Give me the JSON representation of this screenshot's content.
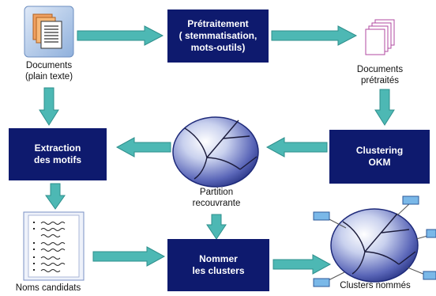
{
  "colors": {
    "box": "#0e1a6e",
    "arrow": "#4db8b4",
    "arrow_edge": "#2e8f8c"
  },
  "icons": [
    "documents-icon",
    "preprocessed-documents-icon",
    "partition-ellipse-icon",
    "candidate-names-list-icon",
    "named-clusters-ellipse-icon"
  ],
  "nodes": {
    "documents": {
      "line1": "Documents",
      "line2": "(plain texte)"
    },
    "pretraitement": {
      "line1": "Prétraitement",
      "line2": "( stemmatisation,",
      "line3": "mots-outils)"
    },
    "documents_pretraites": {
      "line1": "Documents",
      "line2": "prétraités"
    },
    "extraction": {
      "line1": "Extraction",
      "line2": "des motifs"
    },
    "partition": {
      "line1": "Partition",
      "line2": "recouvrante"
    },
    "clustering": {
      "line1": "Clustering",
      "line2": "OKM"
    },
    "noms_candidats": {
      "line1": "Noms candidats"
    },
    "nommer": {
      "line1": "Nommer",
      "line2": "les clusters"
    },
    "clusters_nommes": {
      "line1": "Clusters nommés"
    }
  }
}
